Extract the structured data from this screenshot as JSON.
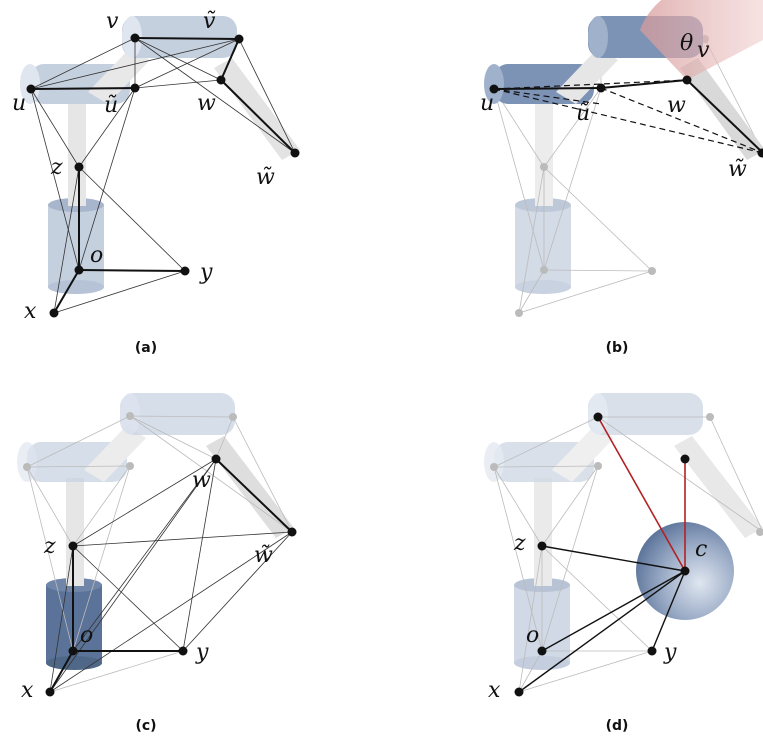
{
  "panels": [
    {
      "caption": "(a)",
      "labels": {
        "u": "u",
        "ut": "ũ",
        "v": "v",
        "vt": "ṽ",
        "w": "w",
        "wt": "w̃",
        "z": "z",
        "o": "o",
        "x": "x",
        "y": "y"
      }
    },
    {
      "caption": "(b)",
      "labels": {
        "u": "u",
        "ut": "ũ",
        "w": "w",
        "wt": "w̃",
        "theta": "θ",
        "theta_sub": "v"
      }
    },
    {
      "caption": "(c)",
      "labels": {
        "w": "w",
        "wt": "w̃",
        "z": "z",
        "o": "o",
        "x": "x",
        "y": "y"
      }
    },
    {
      "caption": "(d)",
      "labels": {
        "z": "z",
        "o": "o",
        "x": "x",
        "y": "y",
        "c": "c"
      }
    }
  ],
  "colors": {
    "robot_light": "#c5d0df",
    "robot_mid": "#9fb0c8",
    "robot_dark": "#6f86a8",
    "link_white": "#ebebeb",
    "edge": "#333333",
    "edge_faded": "#bbbbbb",
    "constraint_red": "#b22222",
    "wedge": "#e7b9b9",
    "sphere": "#5f7aa3"
  }
}
